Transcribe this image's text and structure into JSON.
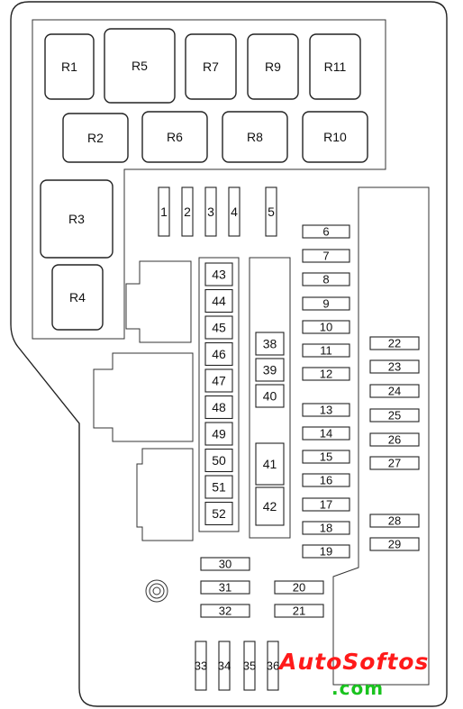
{
  "relays": [
    "R1",
    "R5",
    "R7",
    "R9",
    "R11",
    "R2",
    "R6",
    "R8",
    "R10",
    "R3",
    "R4"
  ],
  "fuses_vertical": [
    "1",
    "2",
    "3",
    "4",
    "5"
  ],
  "fuses_right_col": [
    "6",
    "7",
    "8",
    "9",
    "10",
    "11",
    "12",
    "13",
    "14",
    "15",
    "16",
    "17",
    "18",
    "19"
  ],
  "fuses_far_right": [
    "22",
    "23",
    "24",
    "25",
    "26",
    "27",
    "28",
    "29"
  ],
  "fuses_center_col": [
    "43",
    "44",
    "45",
    "46",
    "47",
    "48",
    "49",
    "50",
    "51",
    "52"
  ],
  "fuses_middle": [
    "38",
    "39",
    "40",
    "41",
    "42"
  ],
  "fuses_bottom_left": [
    "30",
    "31",
    "32"
  ],
  "fuses_bottom_right": [
    "20",
    "21"
  ],
  "fuses_bottom_vertical": [
    "33",
    "34",
    "35",
    "36"
  ],
  "watermark": {
    "line1": "AutoSoftos",
    "line2": ".com"
  }
}
